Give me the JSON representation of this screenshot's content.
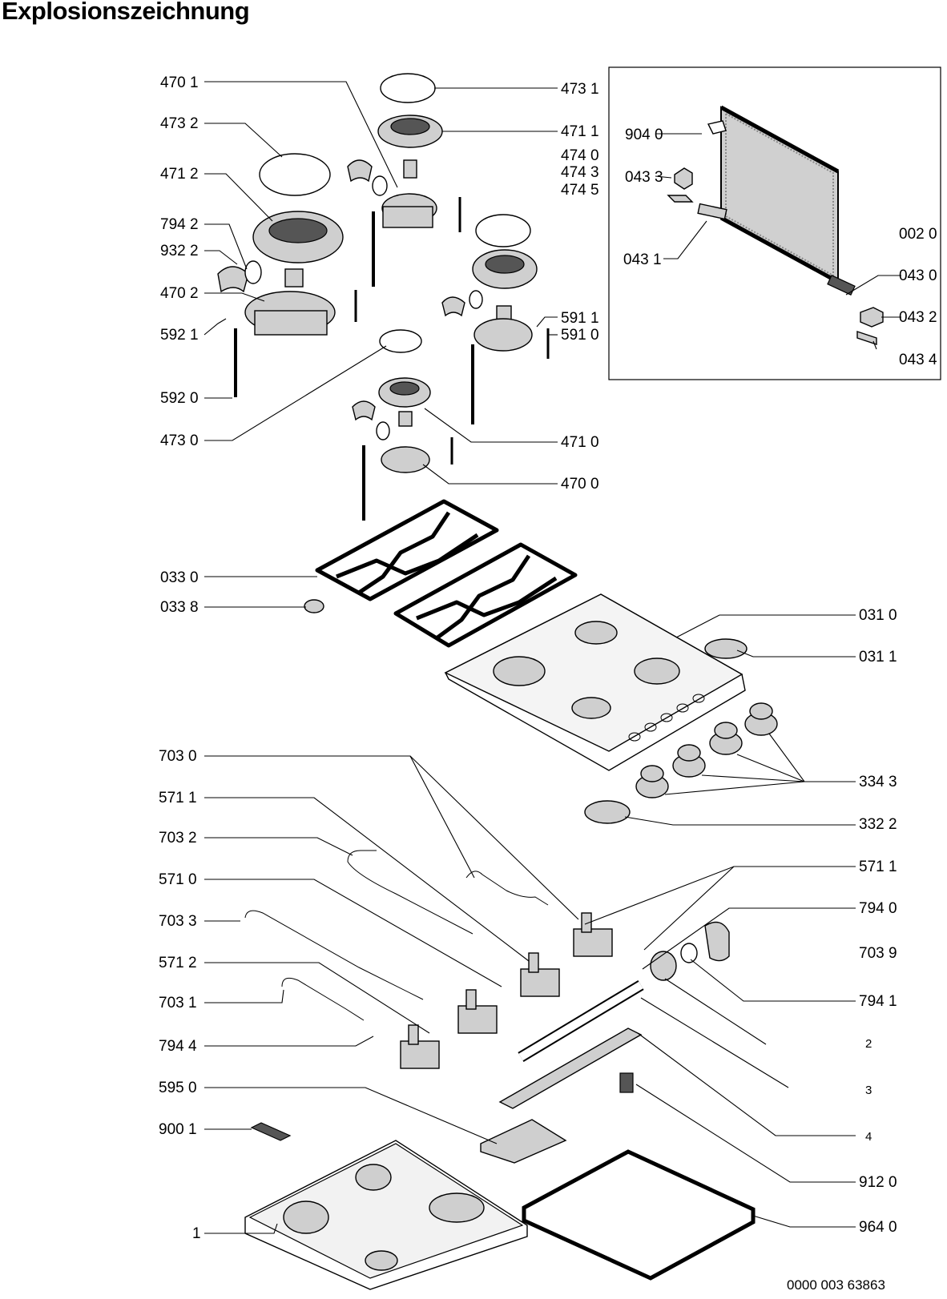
{
  "title": "Explosionszeichnung",
  "document_number": "0000 003 63863",
  "labels": {
    "l4701": "470 1",
    "l4732": "473 2",
    "l4712": "471 2",
    "l7942": "794 2",
    "l9322": "932 2",
    "l4702": "470 2",
    "l5921": "592 1",
    "l5920": "592 0",
    "l4730": "473 0",
    "l4731": "473 1",
    "l4711": "471 1",
    "l4740": "474 0",
    "l4743": "474 3",
    "l4745": "474 5",
    "l5911": "591 1",
    "l5910": "591 0",
    "l4710": "471 0",
    "l4700": "470 0",
    "l9040": "904 0",
    "l0433": "043 3",
    "l0020": "002 0",
    "l0431": "043 1",
    "l0430": "043 0",
    "l0432": "043 2",
    "l0434": "043 4",
    "l0330": "033 0",
    "l0338": "033 8",
    "l0310": "031 0",
    "l0311": "031 1",
    "l3343": "334 3",
    "l3322": "332 2",
    "l7030": "703 0",
    "l5711a": "571 1",
    "l7032": "703 2",
    "l5710": "571 0",
    "l7033": "703 3",
    "l5712": "571 2",
    "l7031": "703 1",
    "l7944": "794 4",
    "l5950": "595 0",
    "l9001": "900 1",
    "l1": "1",
    "l5711b": "571 1",
    "l7940": "794 0",
    "l7039": "703 9",
    "l7941": "794 1",
    "l2": "2",
    "l3": "3",
    "l4": "4",
    "l9120": "912 0",
    "l9640": "964 0"
  }
}
